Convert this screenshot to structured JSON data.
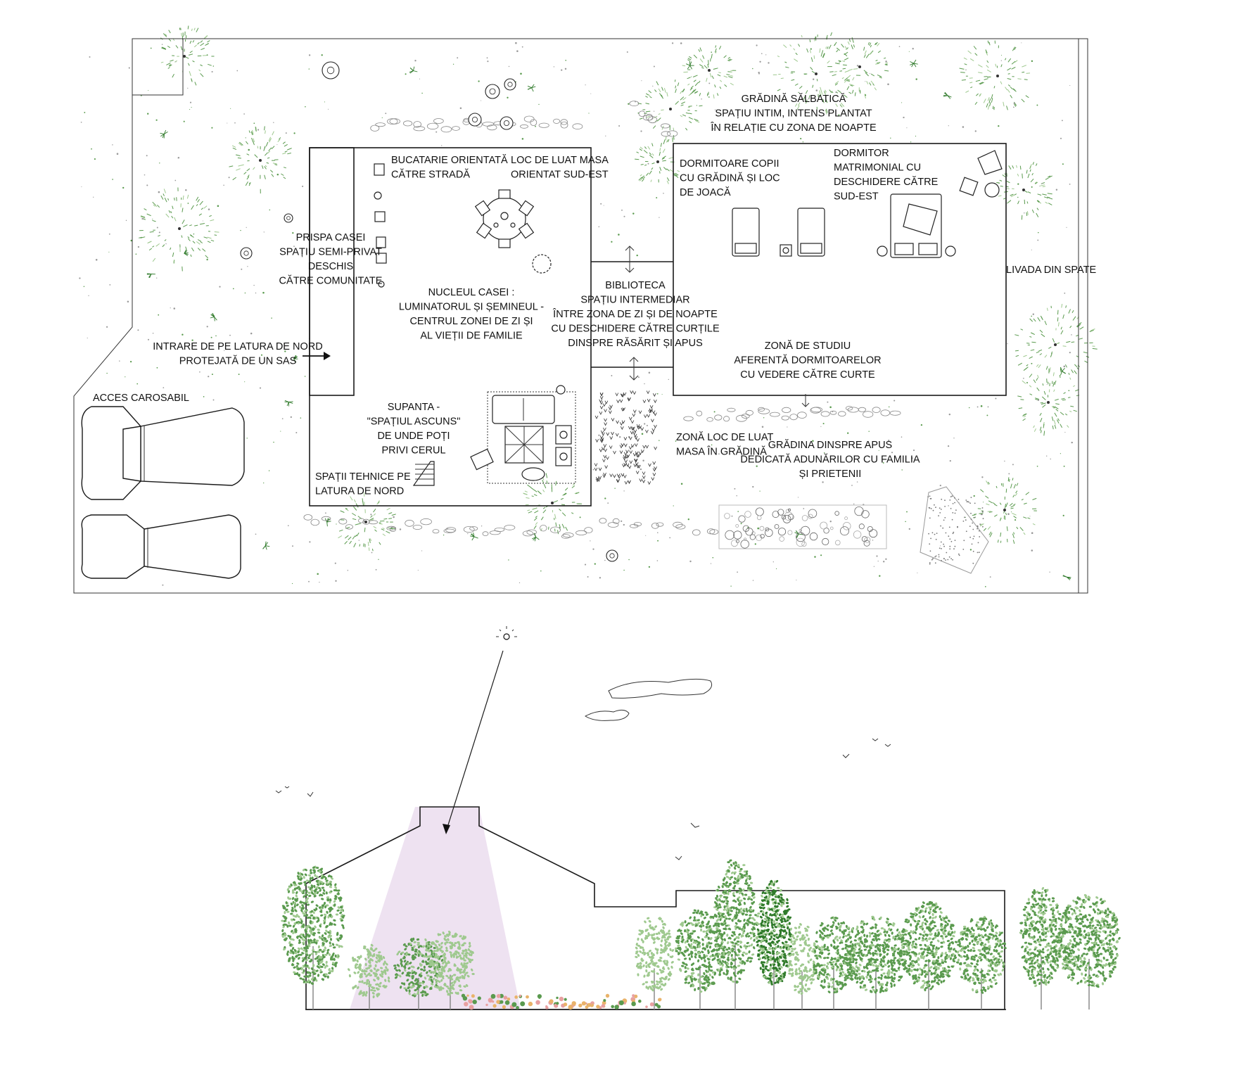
{
  "colors": {
    "line": "#1a1a1a",
    "vegetation": "#5a9a4e",
    "vegetation_dark": "#2f7a2a",
    "vegetation_light": "#9fc98f",
    "skylight_beam": "#ecdff0",
    "flowers": "#e8a0a0"
  },
  "labels": {
    "wild_garden": [
      "GRĂDINĂ SĂLBATICĂ",
      "SPAȚIU INTIM, INTENS PLANTAT",
      "ÎN RELAȚIE CU ZONA DE NOAPTE"
    ],
    "kitchen": [
      "BUCATARIE ORIENTATĂ",
      "CĂTRE STRADĂ"
    ],
    "dining": [
      "LOC DE LUAT MASA",
      "ORIENTAT SUD-EST"
    ],
    "children_rooms": [
      "DORMITOARE COPII",
      "CU GRĂDINĂ ȘI LOC",
      "DE JOACĂ"
    ],
    "master_bedroom": [
      "DORMITOR",
      "MATRIMONIAL CU",
      "DESCHIDERE CĂTRE",
      "SUD-EST"
    ],
    "porch": [
      "PRISPA CASEI",
      "SPAȚIU SEMI-PRIVAT",
      "DESCHIS",
      "CĂTRE COMUNITATE"
    ],
    "core": [
      "NUCLEUL CASEI :",
      "LUMINATORUL ȘI ȘEMINEUL -",
      "CENTRUL ZONEI DE ZI ȘI",
      "AL VIEȚII DE FAMILIE"
    ],
    "library": [
      "BIBLIOTECA",
      "SPAȚIU INTERMEDIAR",
      "ÎNTRE ZONA DE ZI ȘI DE NOAPTE",
      "CU DESCHIDERE CĂTRE CURȚILE",
      "DINSPRE RĂSĂRIT ȘI APUS"
    ],
    "orchard": [
      "LIVADA DIN SPATE"
    ],
    "entrance": [
      "INTRARE DE PE LATURA DE NORD",
      "PROTEJATĂ DE UN SAS"
    ],
    "study": [
      "ZONĂ DE STUDIU",
      "AFERENTĂ DORMITOARELOR",
      "CU VEDERE CĂTRE CURTE"
    ],
    "car_access": [
      "ACCES CAROSABIL"
    ],
    "mezzanine": [
      "SUPANTA -",
      "\"SPAȚIUL ASCUNS\"",
      "DE UNDE POȚI",
      "PRIVI CERUL"
    ],
    "garden_dining": [
      "ZONĂ LOC DE LUAT",
      "MASA ÎN GRĂDINĂ"
    ],
    "west_garden": [
      "GRĂDINA DINSPRE APUS",
      "DEDICATĂ ADUNĂRILOR CU FAMILIA",
      "ȘI PRIETENII"
    ],
    "technical": [
      "SPAȚII TEHNICE PE",
      "LATURA DE NORD"
    ]
  }
}
